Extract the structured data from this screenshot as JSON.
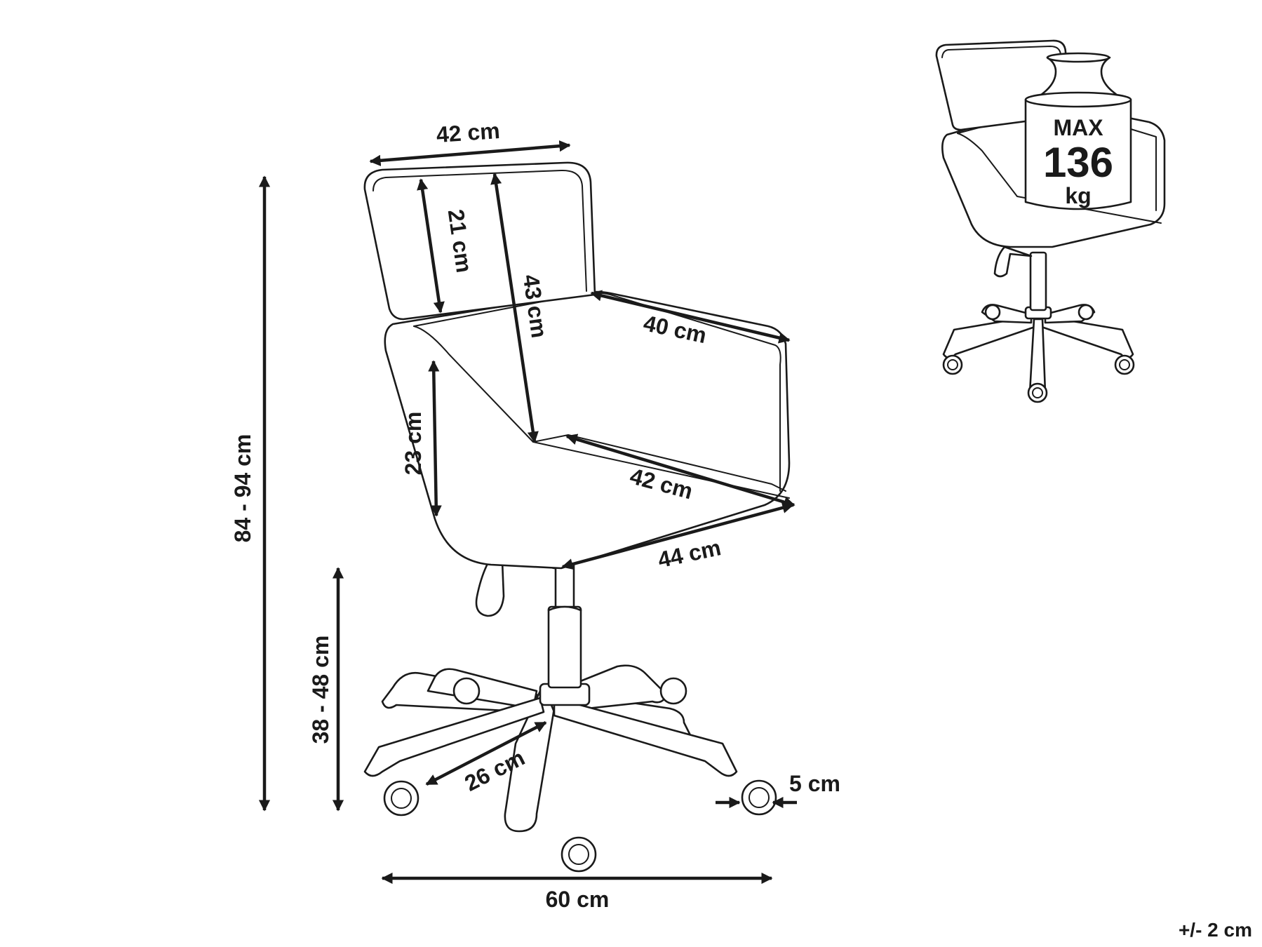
{
  "dimensions": {
    "backrest_width": "42 cm",
    "backrest_height": "21 cm",
    "back_height": "43 cm",
    "armrest_depth": "40 cm",
    "armrest_height": "23 cm",
    "seat_depth": "42 cm",
    "seat_width": "44 cm",
    "total_height": "84 - 94 cm",
    "seat_height": "38 - 48 cm",
    "leg_length": "26 cm",
    "caster_width": "5 cm",
    "base_width": "60 cm"
  },
  "load": {
    "label": "MAX",
    "value": "136",
    "unit": "kg"
  },
  "tolerance": "+/- 2 cm",
  "colors": {
    "ink": "#1a1a1a",
    "background": "#ffffff"
  }
}
